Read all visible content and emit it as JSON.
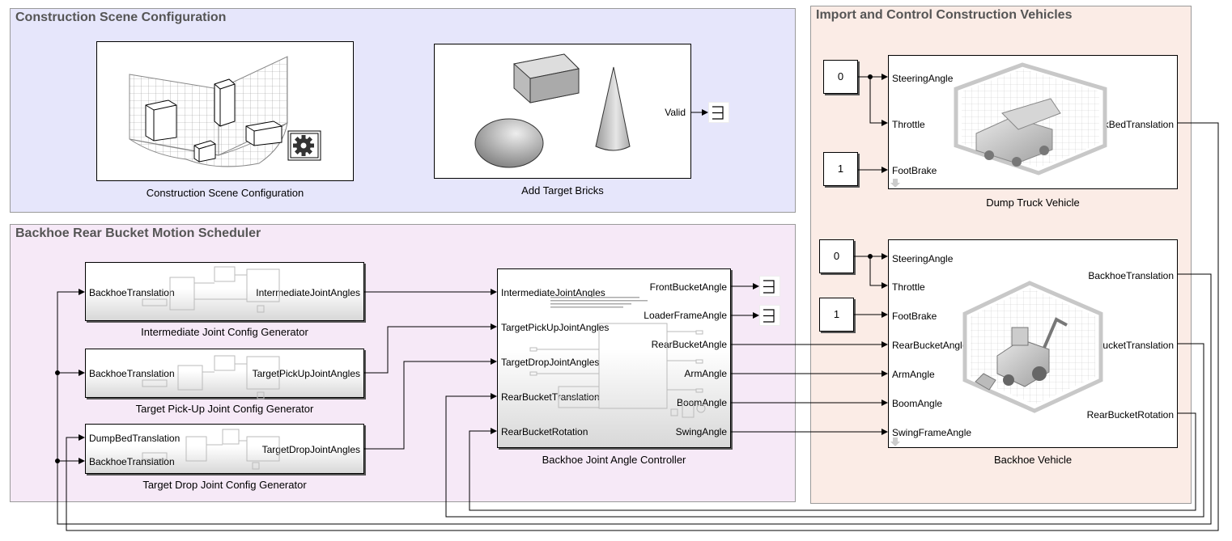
{
  "areas": {
    "scene": "Construction Scene Configuration",
    "scheduler": "Backhoe Rear Bucket Motion Scheduler",
    "vehicles": "Import and Control Construction Vehicles"
  },
  "blocks": {
    "scene_config": {
      "caption": "Construction Scene Configuration"
    },
    "add_bricks": {
      "caption": "Add Target Bricks",
      "out_port": "Valid"
    },
    "intermediate": {
      "caption": "Intermediate Joint Config Generator",
      "in": [
        "BackhoeTranslation"
      ],
      "out": [
        "IntermediateJointAngles"
      ]
    },
    "pickup": {
      "caption": "Target Pick-Up Joint Config Generator",
      "in": [
        "BackhoeTranslation"
      ],
      "out": [
        "TargetPickUpJointAngles"
      ]
    },
    "drop": {
      "caption": "Target Drop Joint Config Generator",
      "in": [
        "DumpBedTranslation",
        "BackhoeTranslation"
      ],
      "out": [
        "TargetDropJointAngles"
      ]
    },
    "controller": {
      "caption": "Backhoe Joint Angle Controller",
      "in": [
        "IntermediateJointAngles",
        "TargetPickUpJointAngles",
        "TargetDropJointAngles",
        "RearBucketTranslation",
        "RearBucketRotation"
      ],
      "out": [
        "FrontBucketAngle",
        "LoaderFrameAngle",
        "RearBucketAngle",
        "ArmAngle",
        "BoomAngle",
        "SwingAngle"
      ]
    },
    "dump_truck": {
      "caption": "Dump Truck Vehicle",
      "in": [
        "SteeringAngle",
        "Throttle",
        "FootBrake"
      ],
      "out": [
        "TruckBedTranslation"
      ]
    },
    "backhoe": {
      "caption": "Backhoe Vehicle",
      "in": [
        "SteeringAngle",
        "Throttle",
        "FootBrake",
        "RearBucketAngle",
        "ArmAngle",
        "BoomAngle",
        "SwingFrameAngle"
      ],
      "out": [
        "BackhoeTranslation",
        "RearBucketTranslation",
        "RearBucketRotation"
      ]
    }
  },
  "constants": {
    "truck_steer": "0",
    "truck_brake": "1",
    "backhoe_steer": "0",
    "backhoe_brake": "1"
  },
  "icons": [
    "gear-icon",
    "terrain-grid-icon",
    "dump-truck-icon",
    "backhoe-icon",
    "box-icon",
    "sphere-icon",
    "cone-icon",
    "terminator-icon"
  ],
  "colors": {
    "scene_bg": "#e6e6fb",
    "scheduler_bg": "#f6e9f7",
    "vehicles_bg": "#fbece6"
  }
}
